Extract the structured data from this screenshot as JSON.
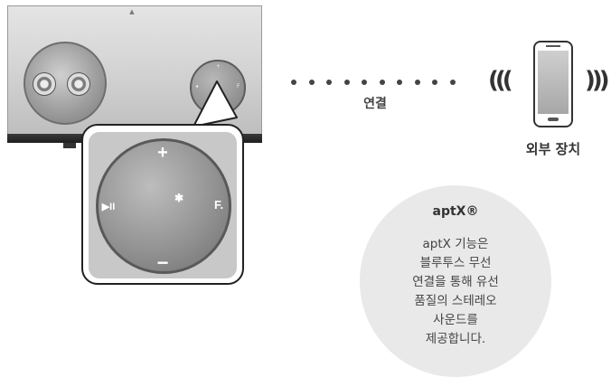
{
  "speaker": {
    "panel_labels": {
      "plus": "+",
      "minus": "−",
      "play_pause": "▶II",
      "function": "F.",
      "bluetooth": "✱"
    }
  },
  "connection": {
    "label": "연결",
    "dot_count": 10
  },
  "device": {
    "label": "외부 장치"
  },
  "aptx": {
    "title": "aptX®",
    "description": "aptX 기능은\n블루투스 무선\n연결을 통해 유선\n품질의 스테레오\n사운드를\n제공합니다."
  },
  "colors": {
    "dot": "#444444",
    "circle_bg": "#e9e9e9",
    "dial": "#939393"
  }
}
